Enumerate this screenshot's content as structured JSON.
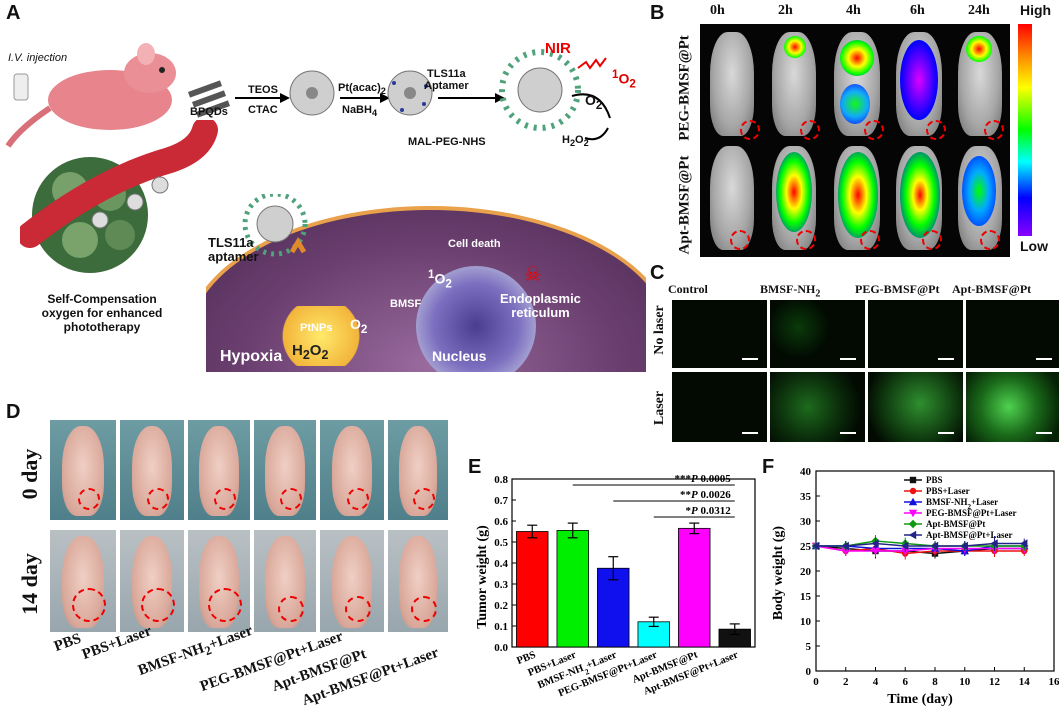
{
  "panel_labels": {
    "a": "A",
    "b": "B",
    "c": "C",
    "d": "D",
    "e": "E",
    "f": "F"
  },
  "panel_a": {
    "iv_injection": "I.V. injection",
    "bpqds": "BPQDs",
    "teos": "TEOS",
    "ctac": "CTAC",
    "pt_acac": "Pt(acac)",
    "pt_acac_sub": "2",
    "nabh": "NaBH",
    "nabh_sub": "4",
    "tls11a_aptamer_top": "TLS11a",
    "aptamer_top": "Aptamer",
    "mal_peg_nhs": "MAL-PEG-NHS",
    "nir": "NIR",
    "o2_top": "O",
    "o2_top_sub": "2",
    "singlet_o2_top": "O",
    "singlet_o2_top_sup": "1",
    "singlet_o2_top_sub": "2",
    "h2o2_top": "H",
    "h2o2_top_sub1": "2",
    "h2o2_top_o": "O",
    "h2o2_top_sub2": "2",
    "self_comp_1": "Self-Compensation",
    "self_comp_2": "oxygen for enhanced",
    "self_comp_3": "phototherapy",
    "tls11a_cell": "TLS11a",
    "aptamer_cell": "aptamer",
    "ptnps": "PtNPs",
    "o2_cell": "O",
    "o2_cell_sub": "2",
    "bmsf": "BMSF",
    "singlet_cell": "O",
    "singlet_cell_sup": "1",
    "singlet_cell_sub": "2",
    "cell_death": "Cell death",
    "endoplasmic_1": "Endoplasmic",
    "endoplasmic_2": "reticulum",
    "h2o2_cell": "H",
    "h2o2_cell_sub1": "2",
    "h2o2_cell_o": "O",
    "h2o2_cell_sub2": "2",
    "hypoxia": "Hypoxia",
    "nucleus": "Nucleus"
  },
  "panel_b": {
    "timepoints": [
      "0h",
      "2h",
      "4h",
      "6h",
      "24h"
    ],
    "row_labels": [
      "PEG-BMSF@Pt",
      "Apt-BMSF@Pt"
    ],
    "colorbar_high": "High",
    "colorbar_low": "Low"
  },
  "panel_c": {
    "columns": [
      "Control",
      "BMSF-NH",
      "PEG-BMSF@Pt",
      "Apt-BMSF@Pt"
    ],
    "col2_sub": "2",
    "rows": [
      "No laser",
      "Laser"
    ]
  },
  "panel_d": {
    "rows": [
      "0 day",
      "14 day"
    ],
    "groups": [
      "PBS",
      "PBS+Laser",
      "BMSF-NH",
      "PEG-BMSF@Pt+Laser",
      "Apt-BMSF@Pt",
      "Apt-BMSF@Pt+Laser"
    ],
    "group3_sub": "2",
    "group3_suffix": "+Laser"
  },
  "chart_data": [
    {
      "id": "E",
      "type": "bar",
      "ylabel": "Tumor weight (g)",
      "ylim": [
        0,
        0.8
      ],
      "yticks": [
        "0.0",
        "0.1",
        "0.2",
        "0.3",
        "0.4",
        "0.5",
        "0.6",
        "0.7",
        "0.8"
      ],
      "categories": [
        "PBS",
        "PBS+Laser",
        "BMSF-NH2+Laser",
        "PEG-BMSF@Pt+Laser",
        "Apt-BMSF@Pt",
        "Apt-BMSF@Pt+Laser"
      ],
      "values": [
        0.55,
        0.555,
        0.375,
        0.12,
        0.565,
        0.085
      ],
      "errors": [
        0.03,
        0.035,
        0.055,
        0.022,
        0.025,
        0.025
      ],
      "colors": [
        "#ff0000",
        "#00ee00",
        "#1010ee",
        "#00ffff",
        "#ff00ff",
        "#111111"
      ],
      "annotations": [
        {
          "stars": "***",
          "p": "P",
          "value": "0.0005",
          "from": 1,
          "to": 5
        },
        {
          "stars": "**",
          "p": "P",
          "value": "0.0026",
          "from": 2,
          "to": 5
        },
        {
          "stars": "*",
          "p": "P",
          "value": "0.0312",
          "from": 3,
          "to": 5
        }
      ]
    },
    {
      "id": "F",
      "type": "line",
      "xlabel": "Time (day)",
      "ylabel": "Body weight (g)",
      "xlim": [
        0,
        16
      ],
      "ylim": [
        0,
        40
      ],
      "xticks": [
        "0",
        "2",
        "4",
        "6",
        "8",
        "10",
        "12",
        "14",
        "16"
      ],
      "yticks": [
        "0",
        "5",
        "10",
        "15",
        "20",
        "25",
        "30",
        "35",
        "40"
      ],
      "x": [
        0,
        2,
        4,
        6,
        8,
        10,
        12,
        14
      ],
      "legend_position": "top-right",
      "series": [
        {
          "name": "PBS",
          "color": "#111111",
          "marker": "square",
          "values": [
            25,
            24.5,
            24,
            24,
            23.5,
            24,
            24.5,
            24.5
          ],
          "err": [
            0.8,
            1,
            1.5,
            1.2,
            1,
            1,
            1,
            1
          ]
        },
        {
          "name": "PBS+Laser",
          "color": "#ee1111",
          "marker": "circle",
          "values": [
            25,
            24,
            24.5,
            23.5,
            24,
            24,
            24,
            24
          ],
          "err": [
            0.8,
            1,
            1.2,
            1.2,
            1,
            1,
            1.2,
            1
          ]
        },
        {
          "name": "BMSF-NH",
          "name_sub": "2",
          "name_suffix": "+Laser",
          "color": "#1111dd",
          "marker": "triangle",
          "values": [
            25,
            25,
            24.5,
            24.5,
            24.5,
            24,
            25,
            25
          ],
          "err": [
            0.8,
            1,
            1.2,
            1.2,
            1,
            1,
            1,
            1
          ]
        },
        {
          "name": "PEG-BMSF@Pt+Laser",
          "color": "#ff00ff",
          "marker": "triangle-down",
          "values": [
            25,
            24,
            24,
            24,
            24.5,
            24.5,
            24.5,
            24.5
          ],
          "err": [
            0.8,
            1,
            1.2,
            1.2,
            1,
            1,
            1,
            1
          ]
        },
        {
          "name": "Apt-BMSF@Pt",
          "color": "#119911",
          "marker": "diamond",
          "values": [
            25,
            25,
            26,
            25.5,
            25,
            25,
            25,
            25
          ],
          "err": [
            0.8,
            1,
            1.2,
            1.2,
            1,
            1,
            1,
            1
          ]
        },
        {
          "name": "Apt-BMSF@Pt+Laser",
          "color": "#222288",
          "marker": "triangle-left",
          "values": [
            25,
            25,
            25.5,
            25,
            25,
            25,
            25.5,
            25.5
          ],
          "err": [
            0.8,
            1,
            1.2,
            1.2,
            1,
            1,
            1.5,
            1
          ]
        }
      ]
    }
  ]
}
